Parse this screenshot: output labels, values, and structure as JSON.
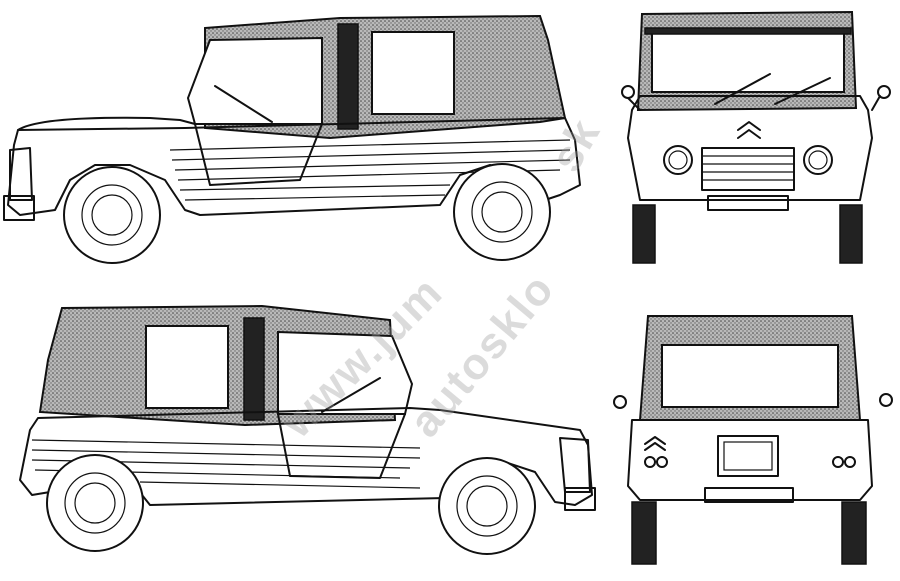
{
  "watermark": {
    "line1": "www.jum",
    "line2": "autosklo",
    "line3": "sk"
  },
  "views": [
    "side-view-left",
    "front-view",
    "side-view-right",
    "rear-view"
  ],
  "colors": {
    "ink": "#111111",
    "paper": "#ffffff",
    "canvas": "#8c8c8c"
  }
}
